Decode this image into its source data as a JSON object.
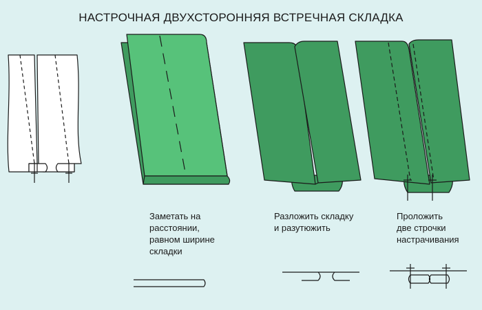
{
  "title": "НАСТРОЧНАЯ ДВУХСТОРОННЯЯ ВСТРЕЧНАЯ СКЛАДКА",
  "captions": {
    "baste": [
      "Заметать на",
      "расстоянии,",
      "равном ширине",
      "складки"
    ],
    "spread": [
      "Разложить складку",
      "и разутюжить"
    ],
    "stitch": [
      "Проложить",
      "две строчки",
      "настрачивания"
    ]
  },
  "colors": {
    "background": "#ddf1f1",
    "fabric_light": "#57c27a",
    "fabric_dark": "#3f9b5f",
    "outline": "#1a1a1a"
  }
}
